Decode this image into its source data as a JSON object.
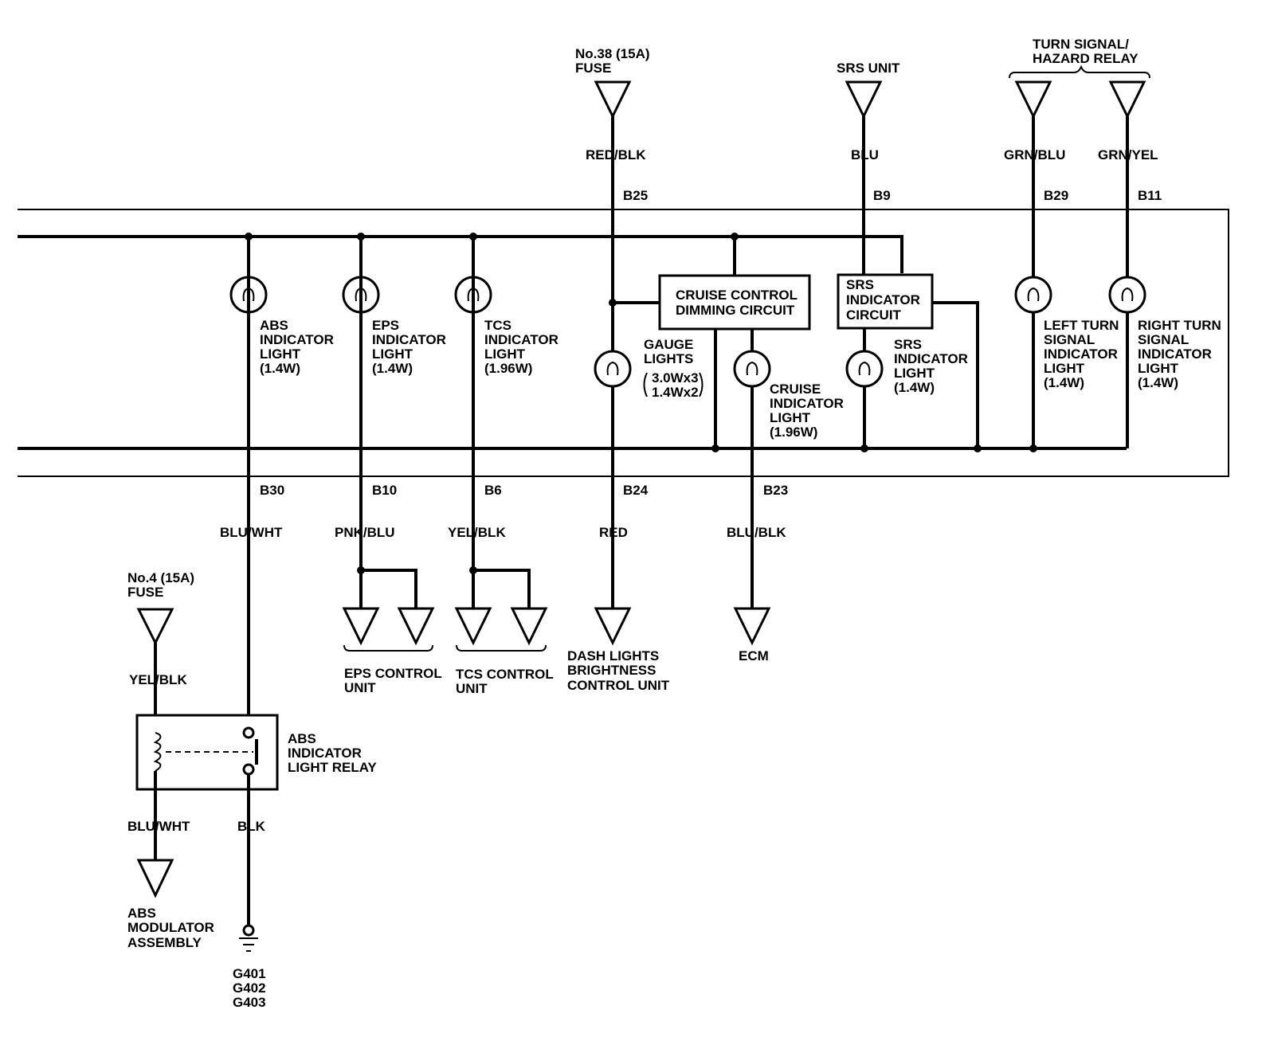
{
  "colors": {
    "line": "#000000",
    "background": "#ffffff"
  },
  "top_sources": {
    "fuse38": [
      "No.38 (15A)",
      "FUSE"
    ],
    "srs_unit": "SRS UNIT",
    "turn_relay": [
      "TURN SIGNAL/",
      "HAZARD RELAY"
    ]
  },
  "wire_colors": {
    "top_fuse38": "RED/BLK",
    "top_srs": "BLU",
    "top_left_turn": "GRN/BLU",
    "top_right_turn": "GRN/YEL",
    "abs": "BLU/WHT",
    "eps": "PNK/BLU",
    "tcs": "YEL/BLK",
    "gauge": "RED",
    "cruise": "BLU/BLK",
    "fuse4": "YEL/BLK",
    "relay_coil_out": "BLU/WHT",
    "relay_ground": "BLK"
  },
  "pins": {
    "b25": "B25",
    "b9": "B9",
    "b29": "B29",
    "b11": "B11",
    "b30": "B30",
    "b10": "B10",
    "b6": "B6",
    "b24": "B24",
    "b23": "B23"
  },
  "circuits": {
    "cruise_dimming": [
      "CRUISE CONTROL",
      "DIMMING CIRCUIT"
    ],
    "srs_indicator": [
      "SRS",
      "INDICATOR",
      "CIRCUIT"
    ]
  },
  "lights": {
    "abs": [
      "ABS",
      "INDICATOR",
      "LIGHT",
      "(1.4W)"
    ],
    "eps": [
      "EPS",
      "INDICATOR",
      "LIGHT",
      "(1.4W)"
    ],
    "tcs": [
      "TCS",
      "INDICATOR",
      "LIGHT",
      "(1.96W)"
    ],
    "gauge": [
      "GAUGE",
      "LIGHTS"
    ],
    "gauge_ratings": [
      "3.0Wx3",
      "1.4Wx2"
    ],
    "cruise": [
      "CRUISE",
      "INDICATOR",
      "LIGHT",
      "(1.96W)"
    ],
    "srs": [
      "SRS",
      "INDICATOR",
      "LIGHT",
      "(1.4W)"
    ],
    "left_turn": [
      "LEFT TURN",
      "SIGNAL",
      "INDICATOR",
      "LIGHT",
      "(1.4W)"
    ],
    "right_turn": [
      "RIGHT TURN",
      "SIGNAL",
      "INDICATOR",
      "LIGHT",
      "(1.4W)"
    ]
  },
  "destinations": {
    "eps": [
      "EPS CONTROL",
      "UNIT"
    ],
    "tcs": [
      "TCS CONTROL",
      "UNIT"
    ],
    "dash": [
      "DASH LIGHTS",
      "BRIGHTNESS",
      "CONTROL UNIT"
    ],
    "ecm": "ECM",
    "abs_modulator": [
      "ABS",
      "MODULATOR",
      "ASSEMBLY"
    ]
  },
  "fuse4": [
    "No.4 (15A)",
    "FUSE"
  ],
  "relay": [
    "ABS",
    "INDICATOR",
    "LIGHT RELAY"
  ],
  "grounds": [
    "G401",
    "G402",
    "G403"
  ]
}
